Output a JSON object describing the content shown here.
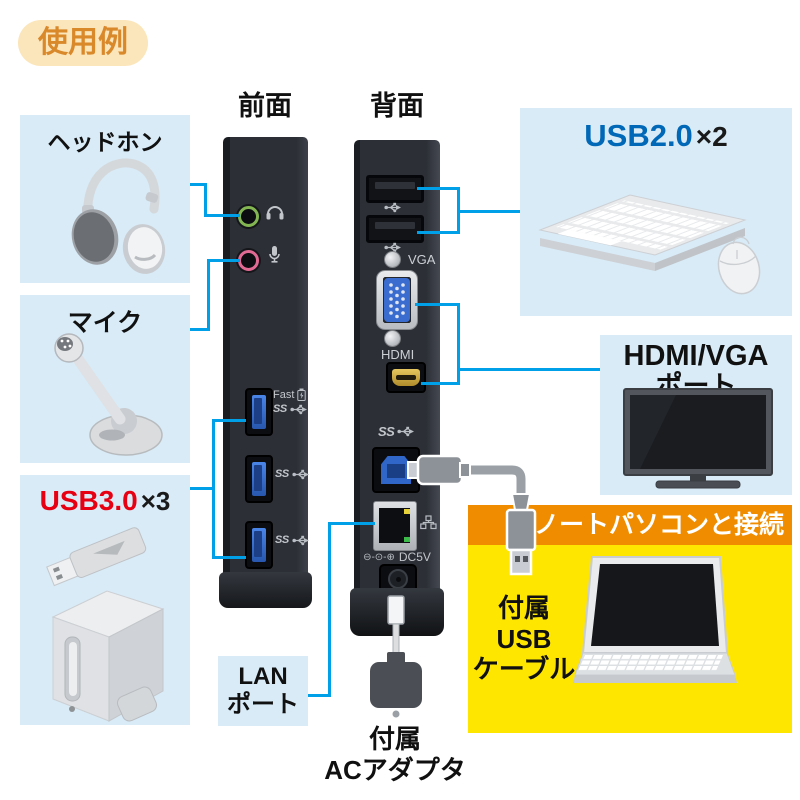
{
  "badge": {
    "label": "使用例"
  },
  "views": {
    "front": "前面",
    "back": "背面"
  },
  "colors": {
    "accent_line": "#00a0e9",
    "callout_box_blue": "#d8ebf7",
    "usb3_red": "#e60012",
    "usb2_blue": "#0068b7",
    "highlight_yellow": "#ffe600",
    "banner_orange": "#f08c00",
    "badge_bg": "#fbe5ba",
    "badge_text": "#d9882a"
  },
  "callouts": {
    "headphone": {
      "label": "ヘッドホン"
    },
    "mic": {
      "label": "マイク"
    },
    "usb3": {
      "name": "USB3.0",
      "count": "×3"
    },
    "usb2": {
      "name": "USB2.0",
      "count": "×2"
    },
    "display": {
      "line1": "HDMI/VGA",
      "line2": "ポート"
    },
    "lan": {
      "line1": "LAN",
      "line2": "ポート"
    },
    "usb_cable": {
      "line1": "付属",
      "line2": "USB",
      "line3": "ケーブル"
    },
    "ac_adapter": {
      "line1": "付属",
      "line2": "ACアダプタ"
    },
    "laptop_banner": "ノートパソコンと接続"
  },
  "port_labels": {
    "vga": "VGA",
    "hdmi": "HDMI",
    "dc": "DC5V",
    "dc_polarity": "⊖-⊙-⊕",
    "fast_charge": "Fast",
    "superspeed": "SS"
  }
}
